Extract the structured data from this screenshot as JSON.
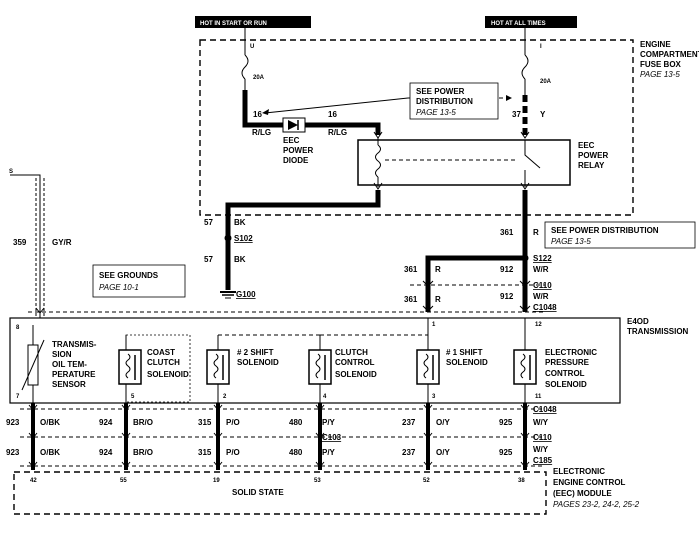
{
  "headers": {
    "hot_start_run": "HOT IN START OR RUN",
    "hot_all_times": "HOT AT ALL TIMES"
  },
  "fuse_box": {
    "title_lines": [
      "ENGINE",
      "COMPARTMENT",
      "FUSE BOX"
    ],
    "page_ref": "PAGE 13-5",
    "fuse_u_label": "U",
    "fuse_u_rating": "20A",
    "fuse_i_label": "I",
    "fuse_i_rating": "20A"
  },
  "power_distribution_ref1": {
    "lines": [
      "SEE POWER",
      "DISTRIBUTION"
    ],
    "page": "PAGE 13-5"
  },
  "power_distribution_ref2": {
    "line": "SEE POWER DISTRIBUTION",
    "page": "PAGE 13-5"
  },
  "grounds_ref": {
    "line": "SEE GROUNDS",
    "page": "PAGE 10-1"
  },
  "diode": {
    "lines": [
      "EEC",
      "POWER",
      "DIODE"
    ]
  },
  "relay": {
    "lines": [
      "EEC",
      "POWER",
      "RELAY"
    ]
  },
  "wires": {
    "w16_left": "16",
    "rlg_left": "R/LG",
    "w16_right": "16",
    "rlg_right": "R/LG",
    "w37": "37",
    "w37_color": "Y",
    "w57_top": "57",
    "w57_top_color": "BK",
    "s102": "S102",
    "w57_bot": "57",
    "w57_bot_color": "BK",
    "g100": "G100",
    "w361_top": "361",
    "w361_top_color": "R",
    "s122": "S122",
    "w361_mid": "361",
    "w361_mid_color": "R",
    "w912_top": "912",
    "w912_top_color": "W/R",
    "c110_top": "C110",
    "w361_low": "361",
    "w361_low_color": "R",
    "w912_low": "912",
    "w912_low_color": "W/R",
    "c1048_top": "C1048",
    "w359": "359",
    "w359_color": "GY/R",
    "s_left": "S"
  },
  "transmission": {
    "title_lines": [
      "E4OD",
      "TRANSMISSION"
    ],
    "pin_8": "8",
    "pin_7": "7",
    "pin_5": "5",
    "pin_2": "2",
    "pin_4": "4",
    "pin_1": "1",
    "pin_3": "3",
    "pin_12": "12",
    "pin_11": "11",
    "sensor_lines": [
      "TRANSMIS-",
      "SION",
      "OIL TEM-",
      "PERATURE",
      "SENSOR"
    ],
    "coast_lines": [
      "COAST",
      "CLUTCH",
      "SOLENOID"
    ],
    "shift2_lines": [
      "# 2 SHIFT",
      "SOLENOID"
    ],
    "clutch_lines": [
      "CLUTCH",
      "CONTROL",
      "SOLENOID"
    ],
    "shift1_lines": [
      "# 1 SHIFT",
      "SOLENOID"
    ],
    "epc_lines": [
      "ELECTRONIC",
      "PRESSURE",
      "CONTROL",
      "SOLENOID"
    ]
  },
  "bottom_wires": {
    "row1": [
      {
        "num": "923",
        "color": "O/BK"
      },
      {
        "num": "924",
        "color": "BR/O"
      },
      {
        "num": "315",
        "color": "P/O"
      },
      {
        "num": "480",
        "color": "P/Y"
      },
      {
        "num": "237",
        "color": "O/Y"
      },
      {
        "num": "925",
        "color": "W/Y"
      }
    ],
    "row2": [
      {
        "num": "923",
        "color": "O/BK"
      },
      {
        "num": "924",
        "color": "BR/O"
      },
      {
        "num": "315",
        "color": "P/O"
      },
      {
        "num": "480",
        "color": "P/Y"
      },
      {
        "num": "237",
        "color": "O/Y"
      },
      {
        "num": "925",
        "color": "W/Y"
      }
    ],
    "c1048": "C1048",
    "c103": "C103",
    "c110": "C110",
    "c185": "C185"
  },
  "eec": {
    "title_lines": [
      "ELECTRONIC",
      "ENGINE CONTROL",
      "(EEC) MODULE"
    ],
    "pages": "PAGES 23-2, 24-2, 25-2",
    "solid_state": "SOLID STATE",
    "pins": [
      "42",
      "55",
      "19",
      "53",
      "52",
      "38"
    ]
  }
}
